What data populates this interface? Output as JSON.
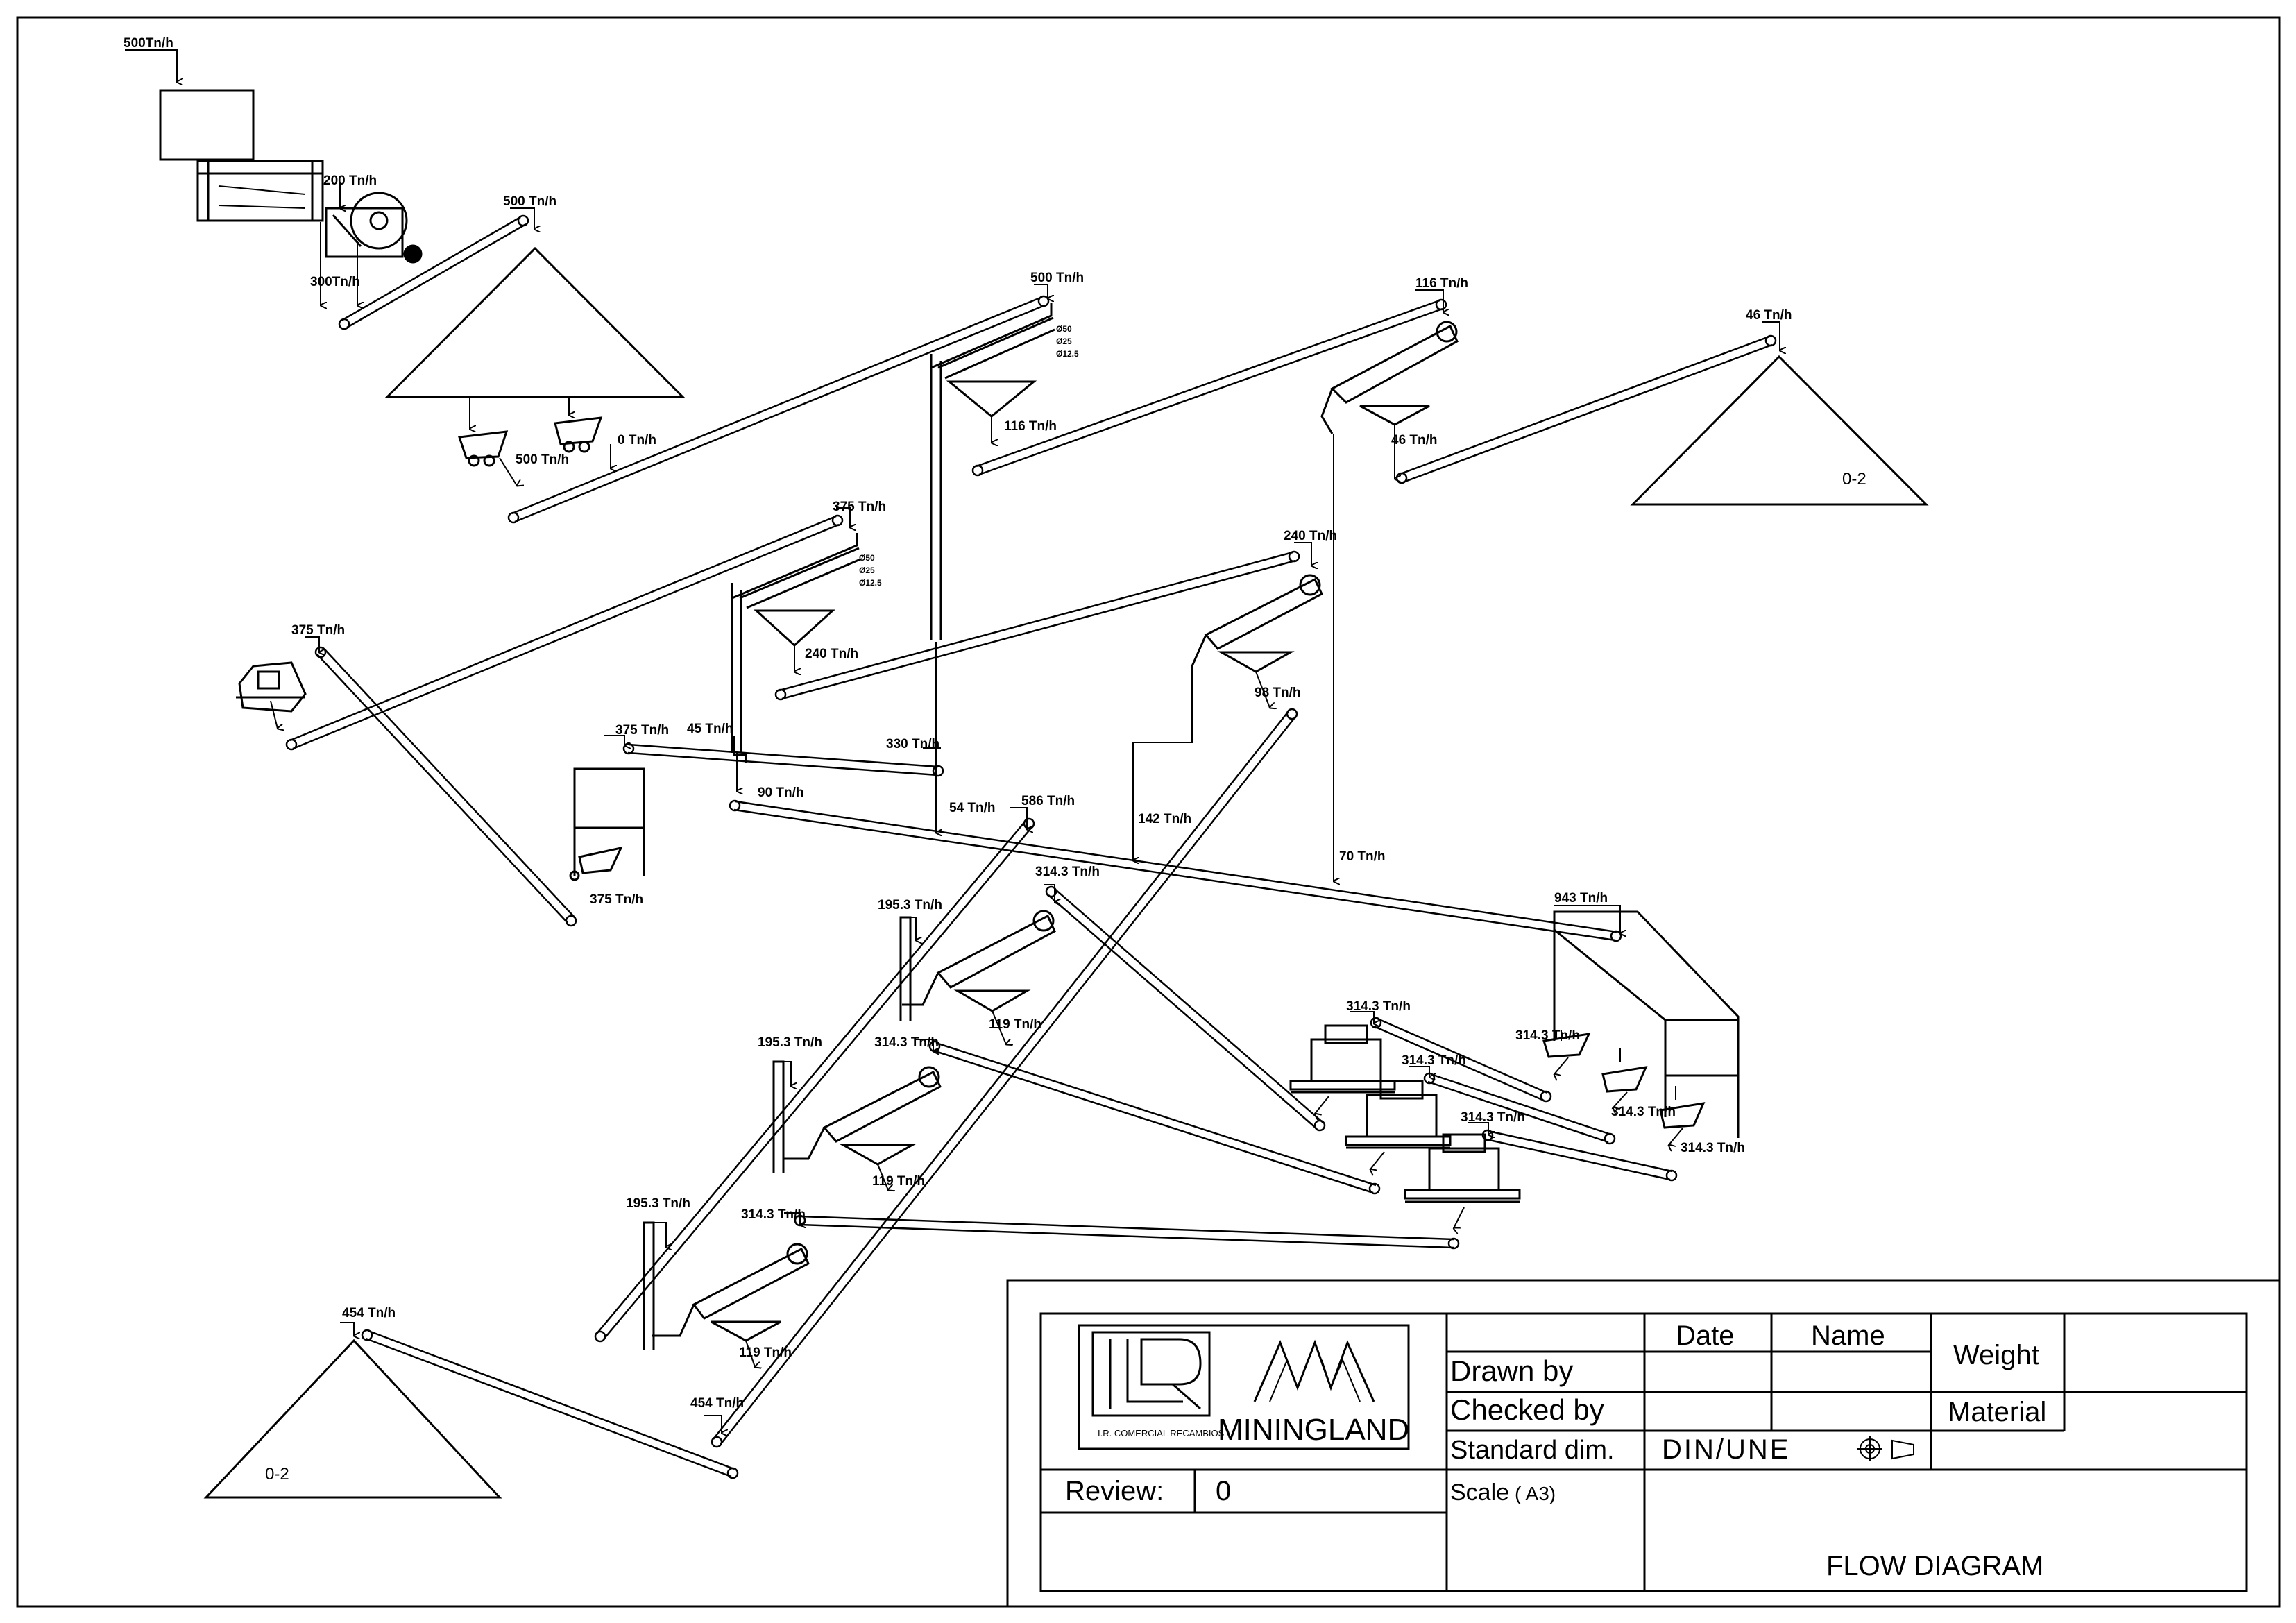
{
  "labels": {
    "feed": "500Tn/h",
    "grizzly_under": "200 Tn/h",
    "jaw_out": "300Tn/h",
    "conv1_top": "500 Tn/h",
    "feeder_a": "500 Tn/h",
    "feeder_b": "0 Tn/h",
    "screen1_in": "500 Tn/h",
    "screen1_fine": "116 Tn/h",
    "scr1_m1": "Ø50",
    "scr1_m2": "Ø25",
    "scr1_m3": "Ø12.5",
    "cls1_in": "116 Tn/h",
    "cls1_out": "46 Tn/h",
    "pile1_in": "46 Tn/h",
    "pile1_name": "0-2",
    "screen2_in": "375 Tn/h",
    "scr2_m1": "Ø50",
    "scr2_m2": "Ø25",
    "scr2_m3": "Ø12.5",
    "screen2_fine": "240 Tn/h",
    "cone_in": "375 Tn/h",
    "cls2_in": "240 Tn/h",
    "cls2_out": "98 Tn/h",
    "bin_in": "375 Tn/h",
    "flow_45": "45 Tn/h",
    "flow_330": "330 Tn/h",
    "bin_out": "375 Tn/h",
    "flow_90": "90 Tn/h",
    "flow_54": "54 Tn/h",
    "flow_586": "586 Tn/h",
    "flow_142": "142 Tn/h",
    "flow_70": "70 Tn/h",
    "hopper_in": "943 Tn/h",
    "cls3_in": "314.3 Tn/h",
    "cls3_side": "195.3 Tn/h",
    "cls3_out": "119 Tn/h",
    "cls4_in": "314.3 Tn/h",
    "cls4_side": "195.3 Tn/h",
    "cls4_out": "119 Tn/h",
    "cls5_in": "314.3 Tn/h",
    "cls5_side": "195.3 Tn/h",
    "cls5_out": "119 Tn/h",
    "vsi1": "314.3 Tn/h",
    "vsi2": "314.3 Tn/h",
    "vsi3": "314.3 Tn/h",
    "hf1": "314.3 Tn/h",
    "hf2": "314.3 Tn/h",
    "hf3": "314.3 Tn/h",
    "pile2_in": "454 Tn/h",
    "pile2_name": "0-2",
    "flow_454": "454 Tn/h"
  },
  "title_block": {
    "logo_lr_caption": "I.R. COMERCIAL RECAMBIOS",
    "logo_brand": "MININGLAND",
    "col_date": "Date",
    "col_name": "Name",
    "weight": "Weight",
    "drawn_by": "Drawn by",
    "checked_by": "Checked by",
    "material": "Material",
    "standard_dim": "Standard dim.",
    "standard_value": "DIN/UNE",
    "review_label": "Review:",
    "review_value": "0",
    "scale_label": "Scale",
    "scale_value": "( A3)",
    "drawing_title": "FLOW DIAGRAM"
  }
}
